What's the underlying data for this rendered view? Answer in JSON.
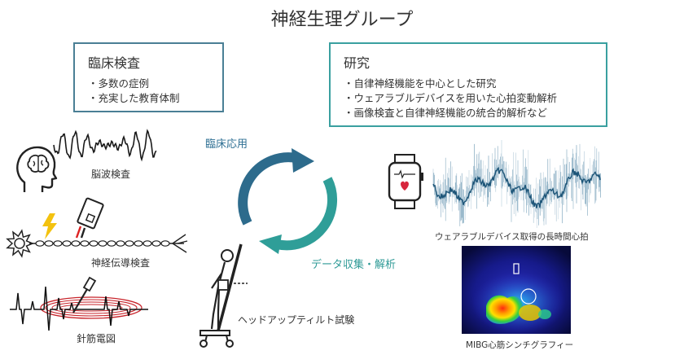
{
  "title": "神経生理グループ",
  "clinical_box": {
    "heading": "臨床検査",
    "items": [
      "・多数の症例",
      "・充実した教育体制"
    ]
  },
  "research_box": {
    "heading": "研究",
    "items": [
      "・自律神経機能を中心とした研究",
      "・ウェアラブルデバイスを用いた心拍変動解析",
      "・画像検査と自律神経機能の統合的解析など"
    ]
  },
  "cycle": {
    "clinical_application": "臨床応用",
    "data_collection": "データ収集・解析"
  },
  "exams": {
    "eeg": "脳波検査",
    "ncs": "神経伝導検査",
    "emg": "針筋電図",
    "tilt": "ヘッドアップティルト試験"
  },
  "research_images": {
    "wearable": "ウェアラブルデバイス取得の長時間心拍",
    "mibg": "MIBG心筋シンチグラフィー"
  },
  "colors": {
    "arrow_blue": "#2d6b8c",
    "arrow_teal": "#2f9e98",
    "box_teal": "#3aa0a0",
    "box_blue": "#4a7f95"
  }
}
